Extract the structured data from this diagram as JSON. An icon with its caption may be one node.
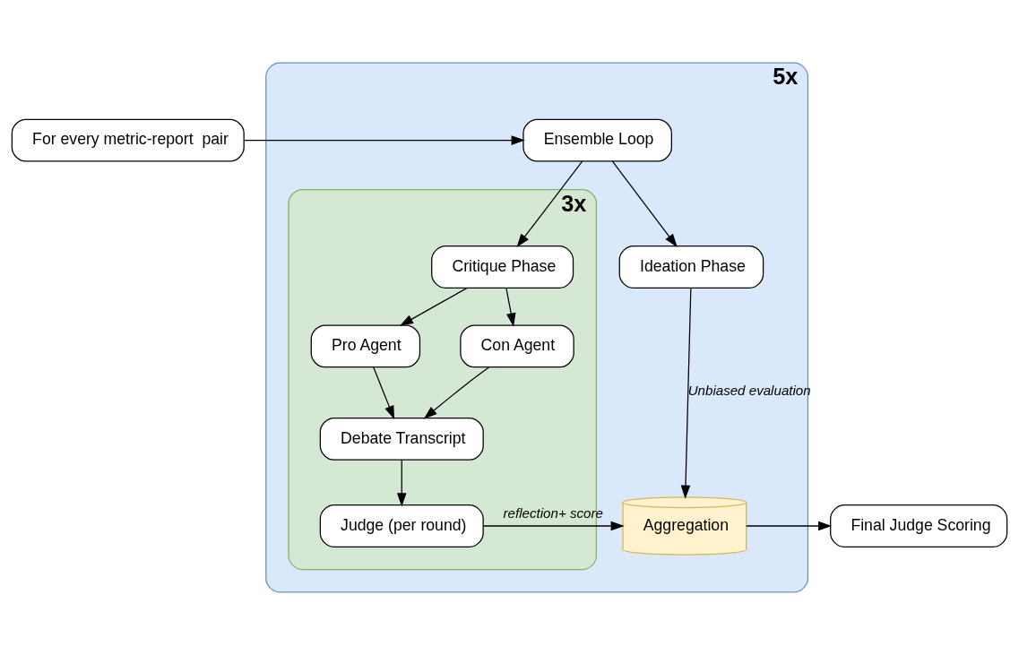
{
  "diagram": {
    "nodes": [
      {
        "text": [
          "For every metric-report  pair"
        ]
      },
      {
        "text": [
          "5x"
        ]
      },
      {
        "text": [
          "Ensemble Loop"
        ],
        "in": 1
      },
      {
        "text": [
          "3x"
        ],
        "in": 1
      },
      {
        "text": [
          "Critique Phase"
        ],
        "in": 3
      },
      {
        "text": [
          "Ideation Phase"
        ],
        "in": 1
      },
      {
        "text": [
          "Pro Agent"
        ],
        "in": 3
      },
      {
        "text": [
          "Con Agent"
        ],
        "in": 3
      },
      {
        "text": [
          "Debate Transcript"
        ],
        "in": 3
      },
      {
        "text": [
          "Judge (per round)"
        ],
        "in": 3
      },
      {
        "text": [
          "Aggregation"
        ],
        "in": 1
      },
      {
        "text": [
          "Final Judge Scoring"
        ]
      }
    ],
    "edges": [
      {
        "from": 0,
        "to": 2,
        "arrow": "to"
      },
      {
        "from": 2,
        "to": 4,
        "arrow": "to"
      },
      {
        "from": 2,
        "to": 5,
        "arrow": "to"
      },
      {
        "from": 4,
        "to": 6,
        "arrow": "to"
      },
      {
        "from": 4,
        "to": 7,
        "arrow": "to"
      },
      {
        "from": 6,
        "to": 8,
        "arrow": "to"
      },
      {
        "from": 7,
        "to": 8,
        "arrow": "to"
      },
      {
        "from": 8,
        "to": 9,
        "arrow": "to"
      },
      {
        "from": 9,
        "to": 10,
        "arrow": "to",
        "label": "reflection+ score"
      },
      {
        "from": 5,
        "to": 10,
        "arrow": "to",
        "label": "Unbiased evaluation"
      },
      {
        "from": 10,
        "to": 11,
        "arrow": "to"
      }
    ]
  }
}
